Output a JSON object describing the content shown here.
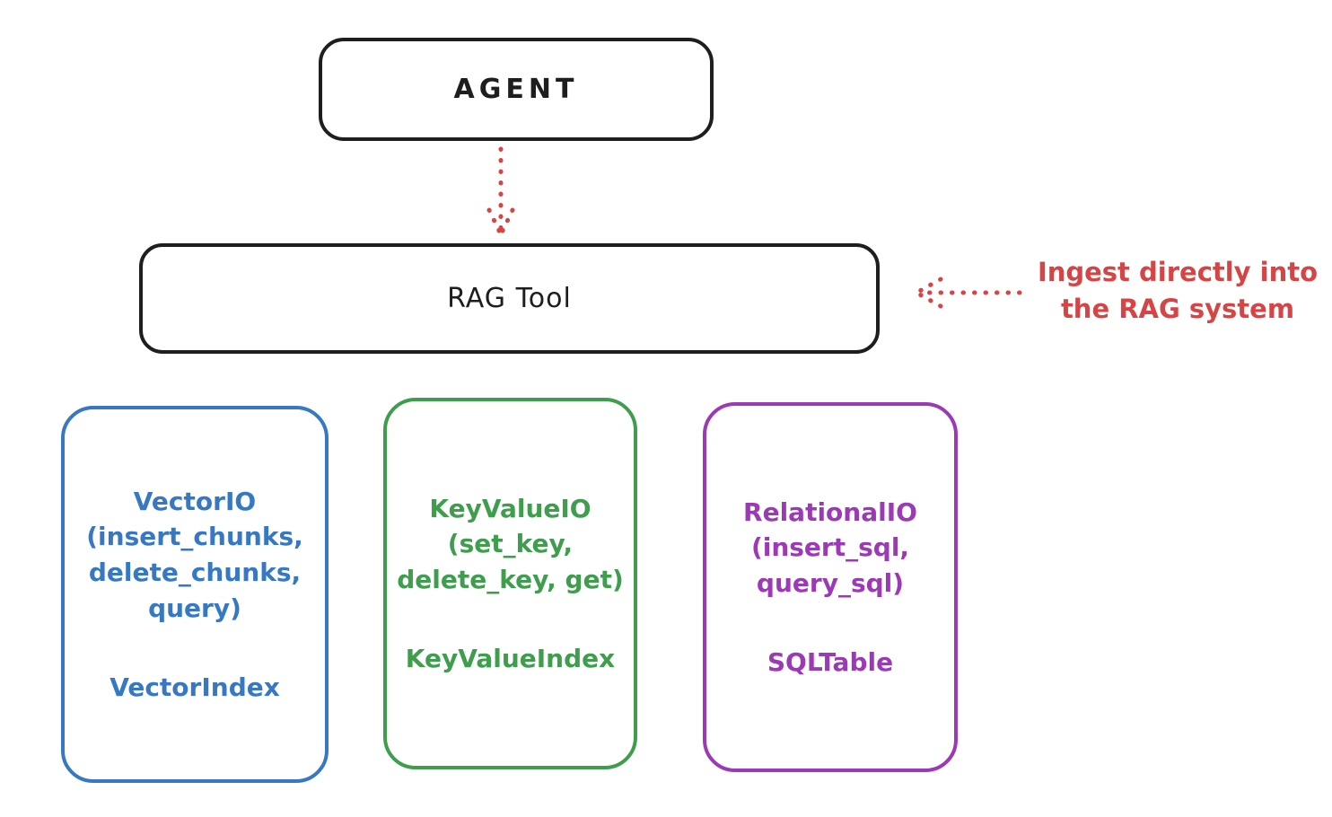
{
  "canvas": {
    "background": "#ffffff"
  },
  "colors": {
    "ink": "#1e1e1e",
    "red": "#d64545",
    "blue": "#3778c2",
    "green": "#3f9e4d",
    "purple": "#9c3ab5"
  },
  "agent": {
    "label": "AGENT"
  },
  "rag_tool": {
    "label": "RAG Tool"
  },
  "annotation": {
    "line1": "Ingest directly into",
    "line2": "the RAG system"
  },
  "backends": [
    {
      "name": "vector-io",
      "lines": [
        "VectorIO",
        "(insert_chunks,",
        "delete_chunks,",
        "query)"
      ],
      "index": "VectorIndex"
    },
    {
      "name": "keyvalue-io",
      "lines": [
        "KeyValueIO",
        "(set_key,",
        "delete_key, get)"
      ],
      "index": "KeyValueIndex"
    },
    {
      "name": "relational-io",
      "lines": [
        "RelationalIO",
        "(insert_sql,",
        "query_sql)"
      ],
      "index": "SQLTable"
    }
  ]
}
